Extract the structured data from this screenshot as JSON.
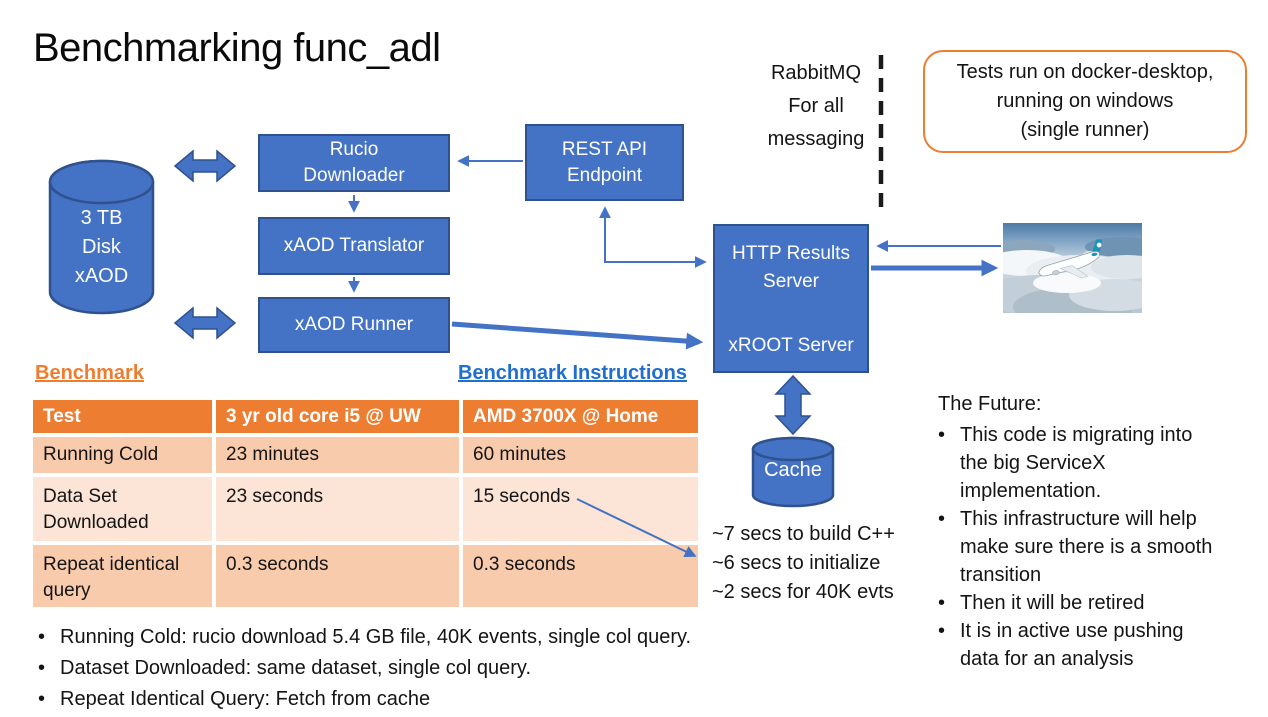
{
  "title": "Benchmarking func_adl",
  "notes": {
    "rabbitmq": "RabbitMQ\nFor all\nmessaging",
    "docker": "Tests run on docker-desktop,\nrunning on windows\n(single runner)"
  },
  "diagram": {
    "disk": "3 TB\nDisk\nxAOD",
    "rucio": "Rucio\nDownloader",
    "translator": "xAOD Translator",
    "runner": "xAOD Runner",
    "rest_api": "REST API\nEndpoint",
    "http_server": "HTTP Results\nServer",
    "xroot_server": "xROOT Server",
    "cache": "Cache"
  },
  "links": {
    "benchmark": "Benchmark",
    "instructions": "Benchmark Instructions"
  },
  "table": {
    "headers": [
      "Test",
      "3 yr old core i5 @ UW",
      "AMD 3700X @ Home"
    ],
    "rows": [
      [
        "Running Cold",
        "23 minutes",
        "60 minutes"
      ],
      [
        "Data Set\nDownloaded",
        "23 seconds",
        "15 seconds"
      ],
      [
        "Repeat identical\nquery",
        "0.3 seconds",
        "0.3 seconds"
      ]
    ]
  },
  "timing_notes": [
    "~7 secs to build C++",
    "~6 secs to initialize",
    "~2 secs for 40K evts"
  ],
  "future": {
    "heading": "The Future:",
    "bullets": [
      "This code is migrating into\nthe big ServiceX\nimplementation.",
      "This infrastructure will help\nmake sure there is a smooth\ntransition",
      "Then it will be retired",
      "It is in active use pushing\ndata for an analysis"
    ]
  },
  "footnotes": [
    "Running Cold: rucio download 5.4 GB file, 40K events, single col query.",
    "Dataset Downloaded: same dataset, single col query.",
    "Repeat Identical Query: Fetch from cache"
  ],
  "colors": {
    "box_blue": "#4472C4",
    "box_border": "#2F528F",
    "table_header_orange": "#ED7D31",
    "row_dark": "#F8CBAD",
    "row_light": "#FCE4D6",
    "link_orange": "#ED7D31",
    "link_blue": "#1F6FD0"
  }
}
